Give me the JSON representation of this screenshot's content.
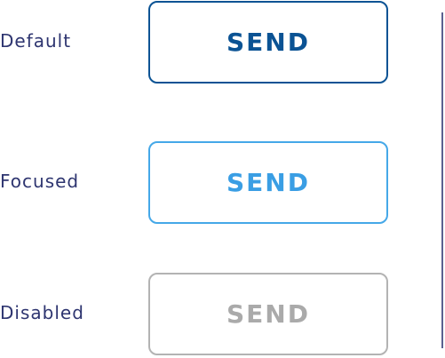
{
  "states": {
    "default": {
      "label": "Default",
      "button_label": "SEND",
      "border_color": "#0b5394",
      "text_color": "#0b5394"
    },
    "focused": {
      "label": "Focused",
      "button_label": "SEND",
      "border_color": "#45a8e8",
      "text_color": "#3a9ee4"
    },
    "disabled": {
      "label": "Disabled",
      "button_label": "SEND",
      "border_color": "#b3b3b3",
      "text_color": "#aaaaaa"
    }
  },
  "colors": {
    "label_text": "#2e3570",
    "divider": "#5b6190",
    "background": "#ffffff"
  }
}
